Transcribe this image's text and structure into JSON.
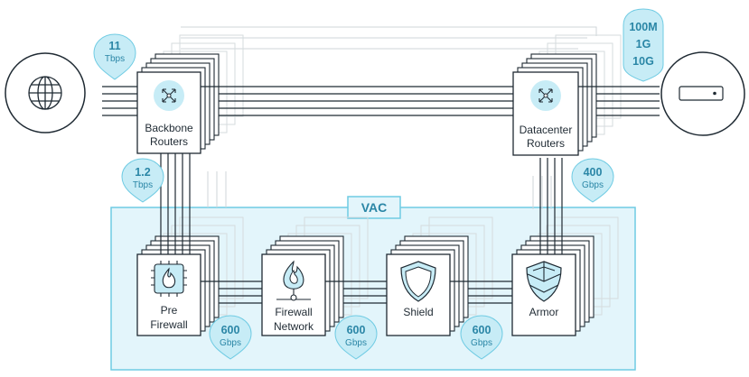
{
  "colors": {
    "accent": "#2a86a6",
    "badge_fill": "#c7ecf6",
    "vac_fill": "#e3f5fb",
    "vac_stroke": "#6fcbe3",
    "line": "#1f2a33"
  },
  "nodes": {
    "internet": {
      "icon": "globe-icon"
    },
    "server": {
      "icon": "server-icon"
    },
    "backbone": {
      "line1": "Backbone",
      "line2": "Routers",
      "icon": "router-arrows-icon"
    },
    "datacenter": {
      "line1": "Datacenter",
      "line2": "Routers",
      "icon": "router-arrows-icon"
    },
    "pre_firewall": {
      "line1": "Pre",
      "line2": "Firewall",
      "icon": "chip-flame-icon"
    },
    "firewall_network": {
      "line1": "Firewall",
      "line2": "Network",
      "icon": "flame-network-icon"
    },
    "shield": {
      "line1": "Shield",
      "icon": "shield-icon"
    },
    "armor": {
      "line1": "Armor",
      "icon": "armor-shield-icon"
    }
  },
  "vac": {
    "label": "VAC"
  },
  "badges": {
    "internet_link": {
      "value": "11",
      "unit": "Tbps"
    },
    "server_link": {
      "line1": "100M",
      "line2": "1G",
      "line3": "10G"
    },
    "backbone_vac": {
      "value": "1.2",
      "unit": "Tbps"
    },
    "datacenter_vac": {
      "value": "400",
      "unit": "Gbps"
    },
    "pre_to_firewall": {
      "value": "600",
      "unit": "Gbps"
    },
    "firewall_to_shield": {
      "value": "600",
      "unit": "Gbps"
    },
    "shield_to_armor": {
      "value": "600",
      "unit": "Gbps"
    }
  }
}
